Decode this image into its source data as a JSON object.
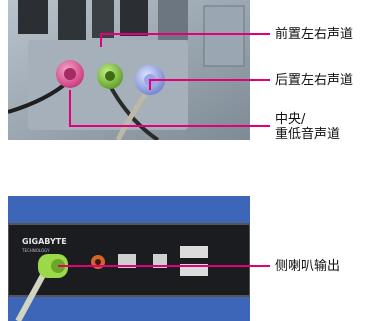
{
  "labels": {
    "front_lr": "前置左右声道",
    "rear_lr": "后置左右声道",
    "center_line1": "中央/",
    "center_line2": "重低音声道",
    "side": "侧喇叭输出"
  },
  "connectors": {
    "pink": "pink-jack-icon",
    "green": "green-jack-icon",
    "blue": "blue-jack-icon",
    "front_green": "front-green-jack-icon"
  },
  "panel_text": {
    "brand": "GIGABYTE",
    "sub": "TECHNOLOGY"
  },
  "colors": {
    "leader_line": "#e2007a",
    "pink_plug": "#e8559a",
    "green_plug": "#7ec23a",
    "blue_plug": "#7f8fd8"
  }
}
